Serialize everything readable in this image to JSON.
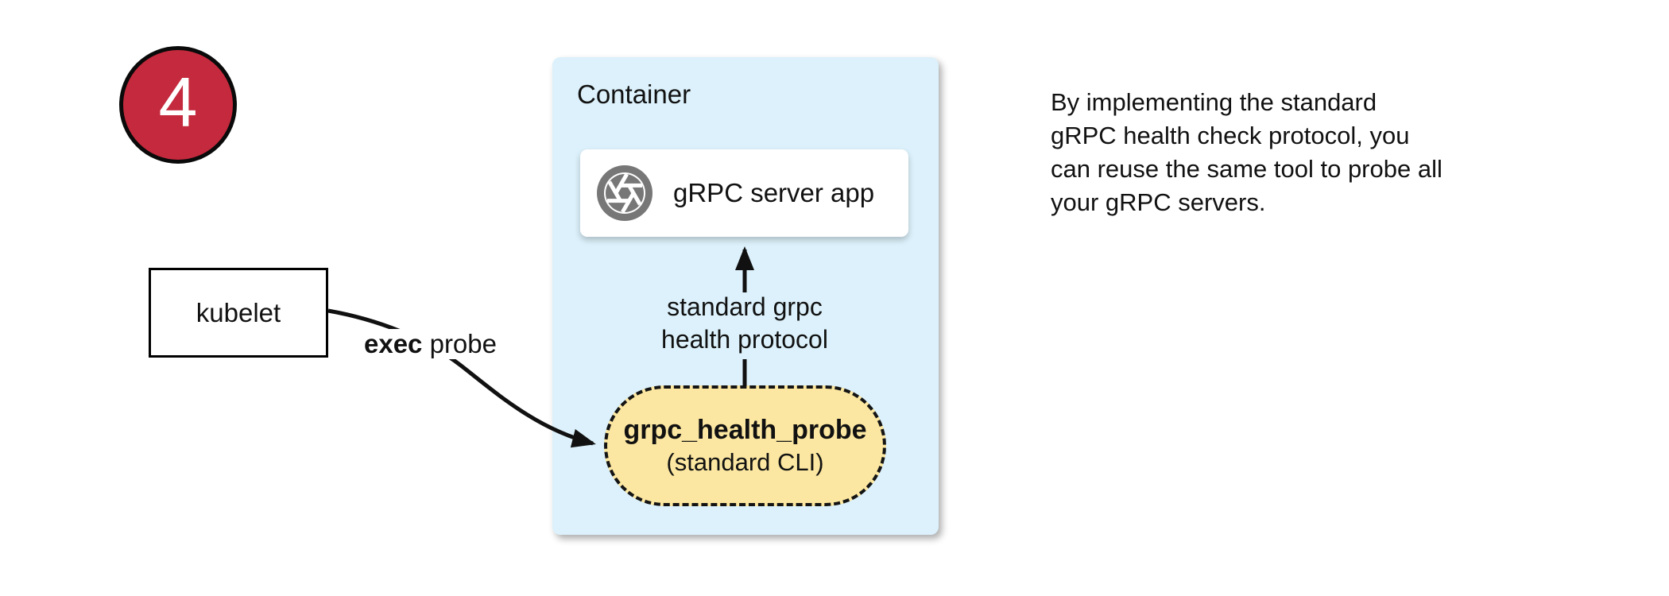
{
  "step_badge": {
    "number": "4"
  },
  "kubelet_box": {
    "label": "kubelet"
  },
  "exec_probe_label": {
    "bold": "exec",
    "rest": " probe"
  },
  "container": {
    "title": "Container",
    "server_box": {
      "label": "gRPC server app",
      "icon": "aperture-icon"
    },
    "probe_box": {
      "title": "grpc_health_probe",
      "subtitle": "(standard CLI)"
    },
    "arrow_label": "standard grpc\nhealth protocol"
  },
  "note": {
    "text": "By implementing the standard\ngRPC health check protocol, you\ncan reuse the same tool to probe all\nyour gRPC servers."
  },
  "colors": {
    "badge_fill": "#c5293d",
    "container_fill": "#dcf1fb",
    "probe_fill": "#fbe7a1",
    "icon_gray": "#777777",
    "line_black": "#111111"
  }
}
